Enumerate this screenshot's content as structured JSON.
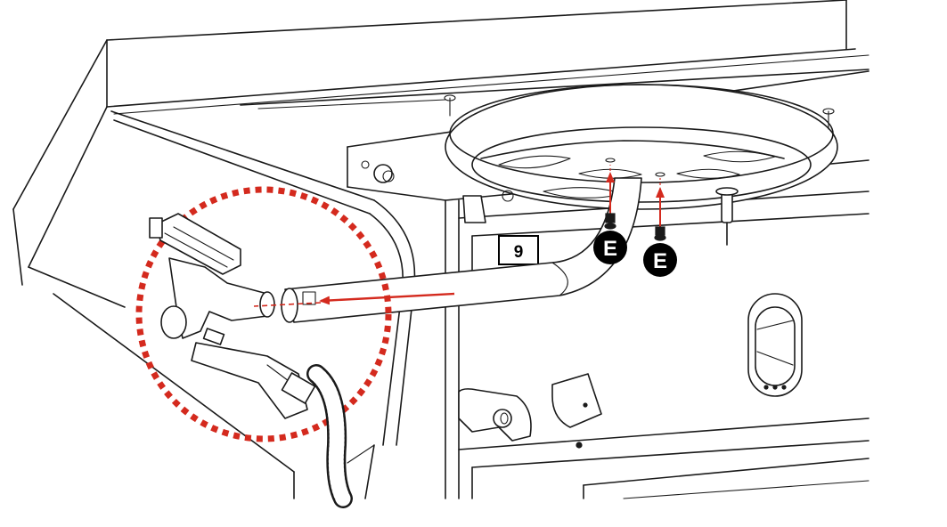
{
  "step": {
    "number": "9"
  },
  "callouts": [
    {
      "id": "screw-left",
      "letter": "E"
    },
    {
      "id": "screw-right",
      "letter": "E"
    }
  ],
  "colors": {
    "line": "#1a1a1a",
    "accent": "#d42a1e",
    "callout_fill": "#000000",
    "callout_text": "#ffffff"
  },
  "icons": {
    "detail_circle": "dotted-circle-highlight",
    "direction_arrow": "arrow-left",
    "screw_arrow": "arrow-up"
  }
}
